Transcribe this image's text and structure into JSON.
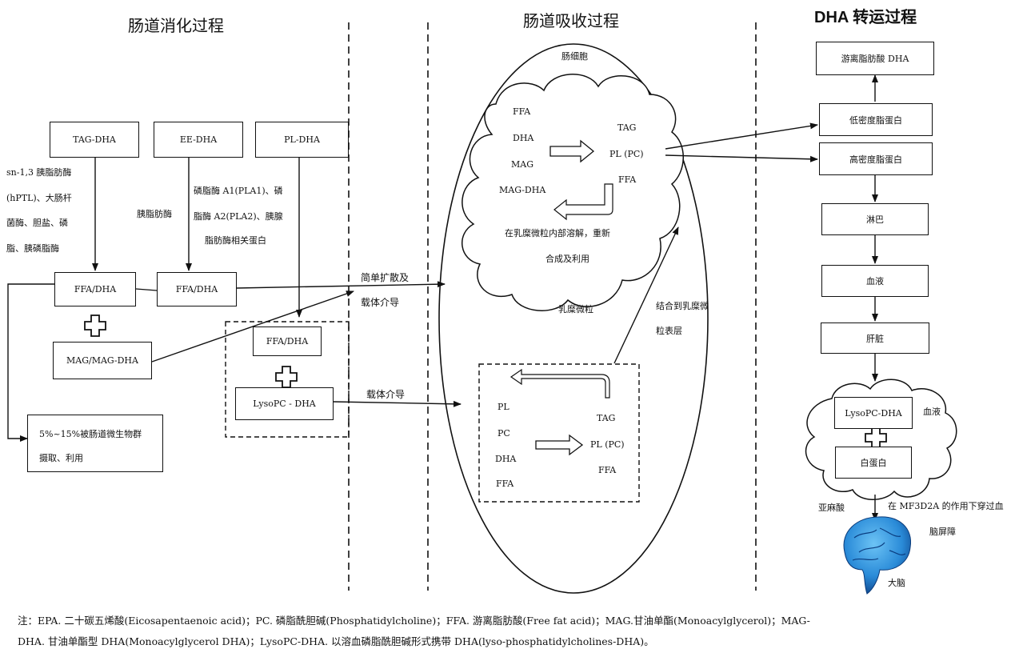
{
  "headings": {
    "digestion": "肠道消化过程",
    "absorption": "肠道吸收过程",
    "transport": "DHA 转运过程"
  },
  "digestion": {
    "tag_dha": "TAG-DHA",
    "ee_dha": "EE-DHA",
    "pl_dha": "PL-DHA",
    "enzyme_tag_lines": [
      "sn-1,3 胰脂肪酶",
      "(hPTL)、大肠杆",
      "菌酶、胆盐、磷",
      "脂、胰磷脂酶"
    ],
    "enzyme_ee": "胰脂肪酶",
    "enzyme_pl_lines": [
      "磷脂酶 A1(PLA1)、磷",
      "脂酶 A2(PLA2)、胰腺",
      "脂肪酶相关蛋白"
    ],
    "ffa_dha_1": "FFA/DHA",
    "ffa_dha_2": "FFA/DHA",
    "ffa_dha_3": "FFA/DHA",
    "mag_dha": "MAG/MAG-DHA",
    "lysopc_dha": "LysoPC - DHA",
    "microbe_lines": [
      "5%~15%被肠道微生物群",
      "摄取、利用"
    ]
  },
  "absorption": {
    "enterocyte": "肠细胞",
    "path_simple_lines": [
      "简单扩散及",
      "载体介导"
    ],
    "path_carrier": "载体介导",
    "cloud_inputs": [
      "FFA",
      "DHA",
      "MAG",
      "MAG-DHA"
    ],
    "cloud_outputs": [
      "TAG",
      "PL (PC)",
      "FFA"
    ],
    "resynthesis_lines": [
      "在乳糜微粒内部溶解，重新",
      "合成及利用"
    ],
    "chylomicron": "乳糜微粒",
    "bind_surface_lines": [
      "结合到乳糜微",
      "粒表层"
    ],
    "dashed_inputs": [
      "PL",
      "PC",
      "DHA",
      "FFA"
    ],
    "dashed_outputs": [
      "TAG",
      "PL (PC)",
      "FFA"
    ]
  },
  "transport": {
    "free_dha": "游离脂肪酸 DHA",
    "ldl": "低密度脂蛋白",
    "hdl": "高密度脂蛋白",
    "lymph": "淋巴",
    "blood": "血液",
    "liver": "肝脏",
    "lysopc_dha": "LysoPC-DHA",
    "albumin": "白蛋白",
    "blood_label": "血液",
    "linolenic": "亚麻酸",
    "bbb_lines": [
      "在 MF3D2A 的作用下穿过血",
      "脑屏障"
    ],
    "brain": "大脑"
  },
  "note": {
    "line1": "注：EPA. 二十碳五烯酸(Eicosapentaenoic  acid)；PC. 磷脂酰胆碱(Phosphatidylcholine)；FFA. 游离脂肪酸(Free  fat  acid)；MAG.甘油单酯(Monoacylglycerol)；MAG-",
    "line2": "DHA. 甘油单酯型 DHA(Monoacylglycerol  DHA)；LysoPC-DHA. 以溶血磷脂酰胆碱形式携带 DHA(lyso-phosphatidylcholines-DHA)。"
  },
  "colors": {
    "line": "#111111",
    "brain_dark": "#0d4f9e",
    "brain_light": "#3fa6e8"
  }
}
